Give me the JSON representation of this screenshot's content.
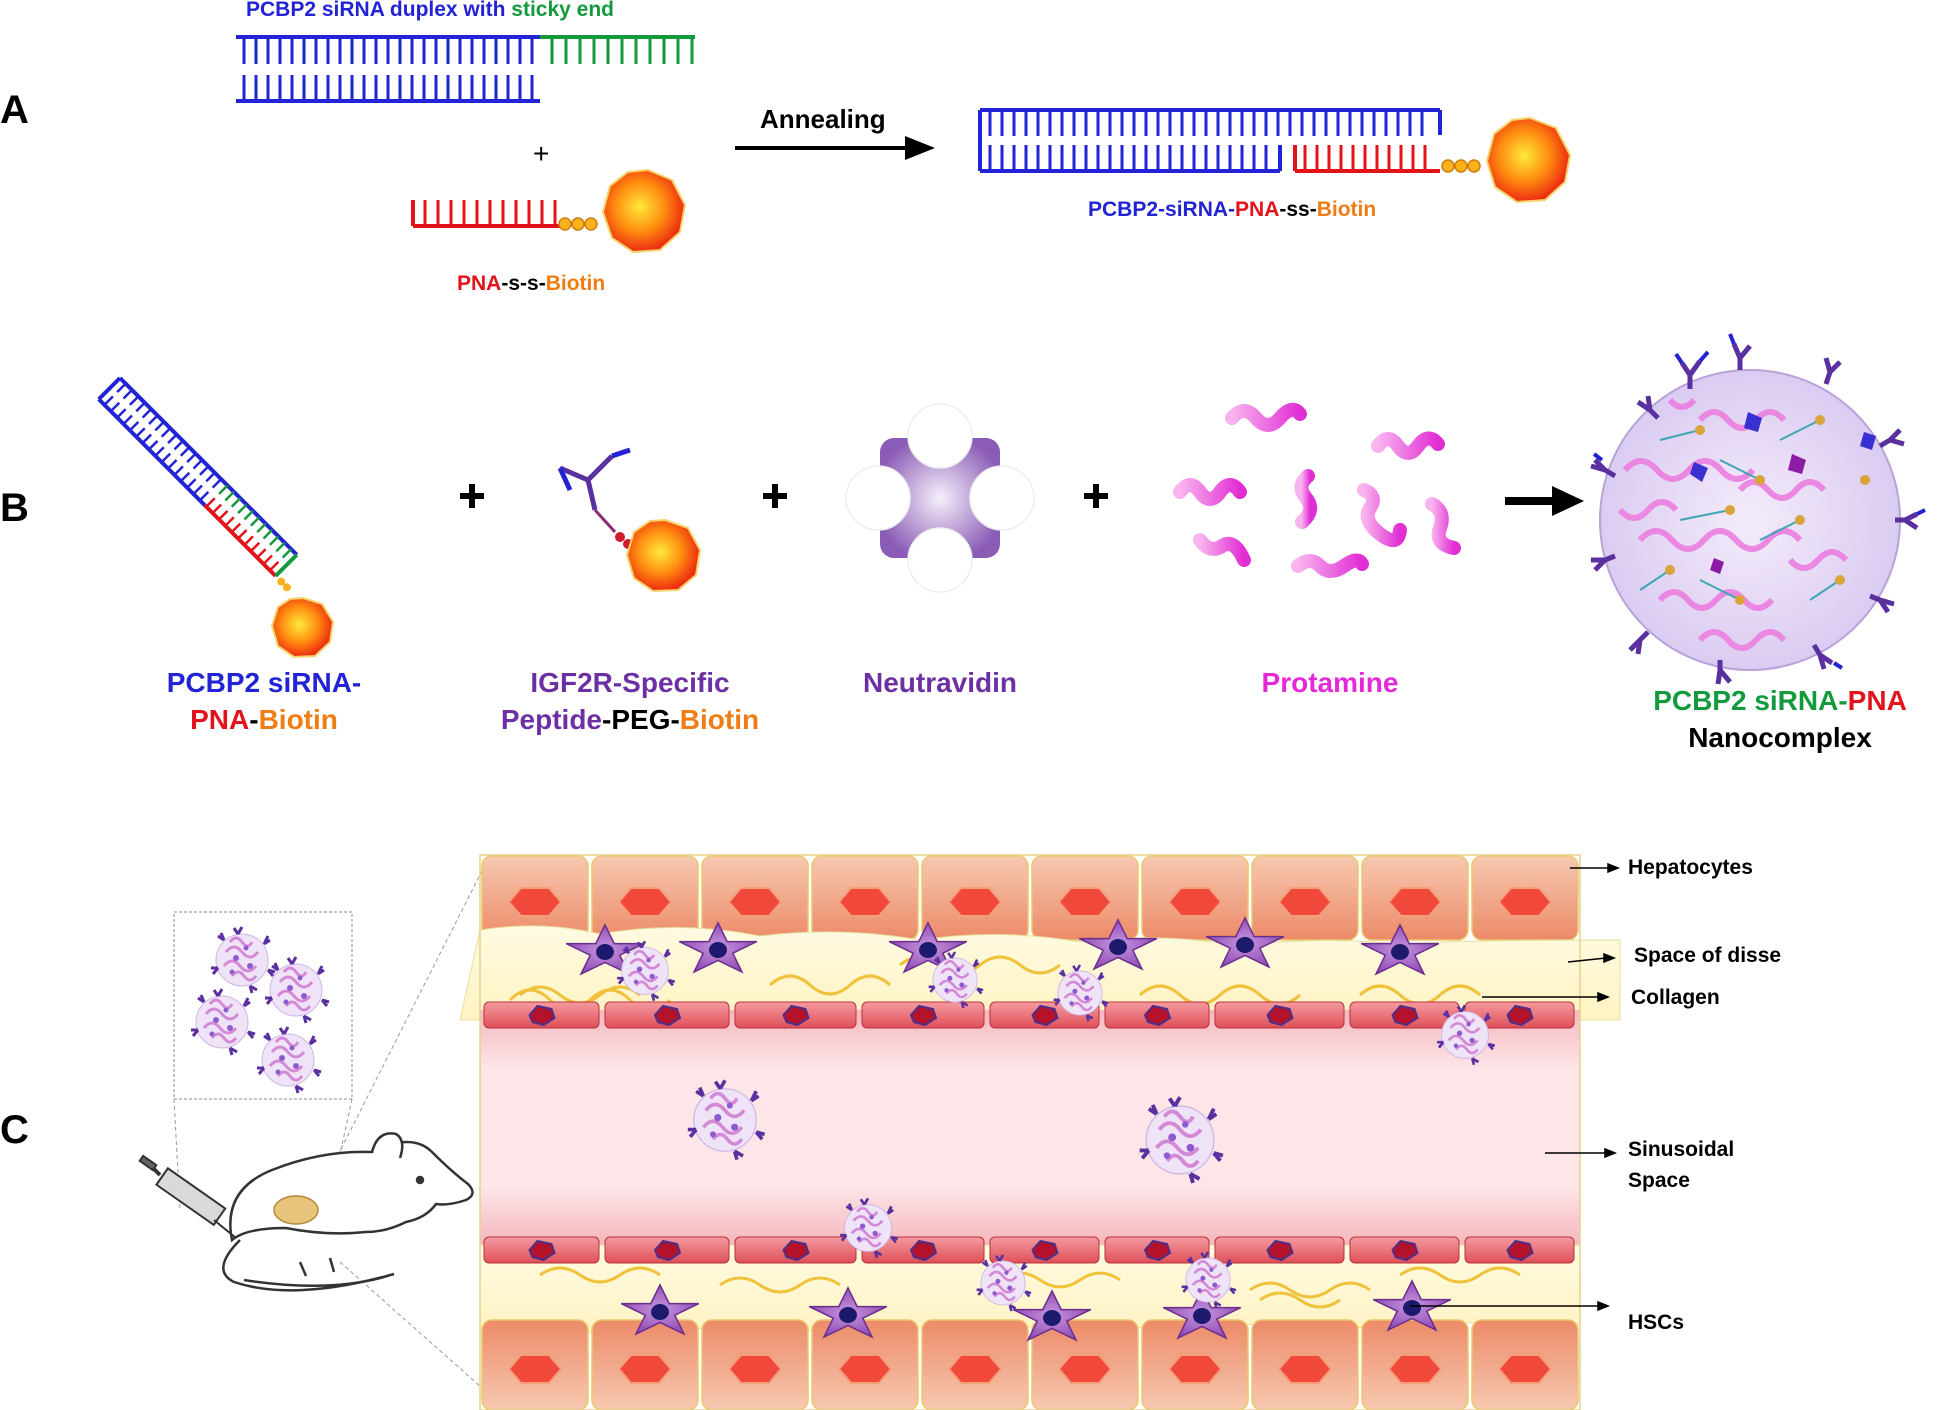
{
  "panels": {
    "a": "A",
    "b": "B",
    "c": "C"
  },
  "panel_a": {
    "duplex_title": {
      "part1": "PCBP2 siRNA duplex with ",
      "part2": "sticky end"
    },
    "plus": "+",
    "arrow_label": "Annealing",
    "pna_label": {
      "pna": "PNA",
      "mid": "-s-s-",
      "biotin": "Biotin"
    },
    "product_label": {
      "sirna": "PCBP2-siRNA-",
      "pna": "PNA",
      "mid": "-ss-",
      "biotin": "Biotin"
    }
  },
  "panel_b": {
    "plus": "+",
    "sirna_label": {
      "line1": "PCBP2 siRNA-",
      "pna": "PNA",
      "dash": "-",
      "biotin": "Biotin"
    },
    "peptide_label": {
      "line1": "IGF2R-Specific",
      "peptide": "Peptide",
      "peg": "-PEG-",
      "biotin": "Biotin"
    },
    "neutravidin": "Neutravidin",
    "protamine": "Protamine",
    "nanocomplex_label": {
      "sirna": "PCBP2 siRNA-",
      "pna": "PNA",
      "line2": "Nanocomplex"
    }
  },
  "panel_c": {
    "labels": {
      "hepatocytes": "Hepatocytes",
      "space_of_disse": "Space of disse",
      "collagen": "Collagen",
      "sinusoidal_1": "Sinusoidal",
      "sinusoidal_2": "Space",
      "hscs": "HSCs"
    }
  },
  "colors": {
    "sirna": "#2323d6",
    "sticky_end": "#129a3c",
    "pna": "#e3131b",
    "biotin": "#f07d13",
    "peptide": "#6c30a4",
    "protamine": "#e528d8"
  }
}
